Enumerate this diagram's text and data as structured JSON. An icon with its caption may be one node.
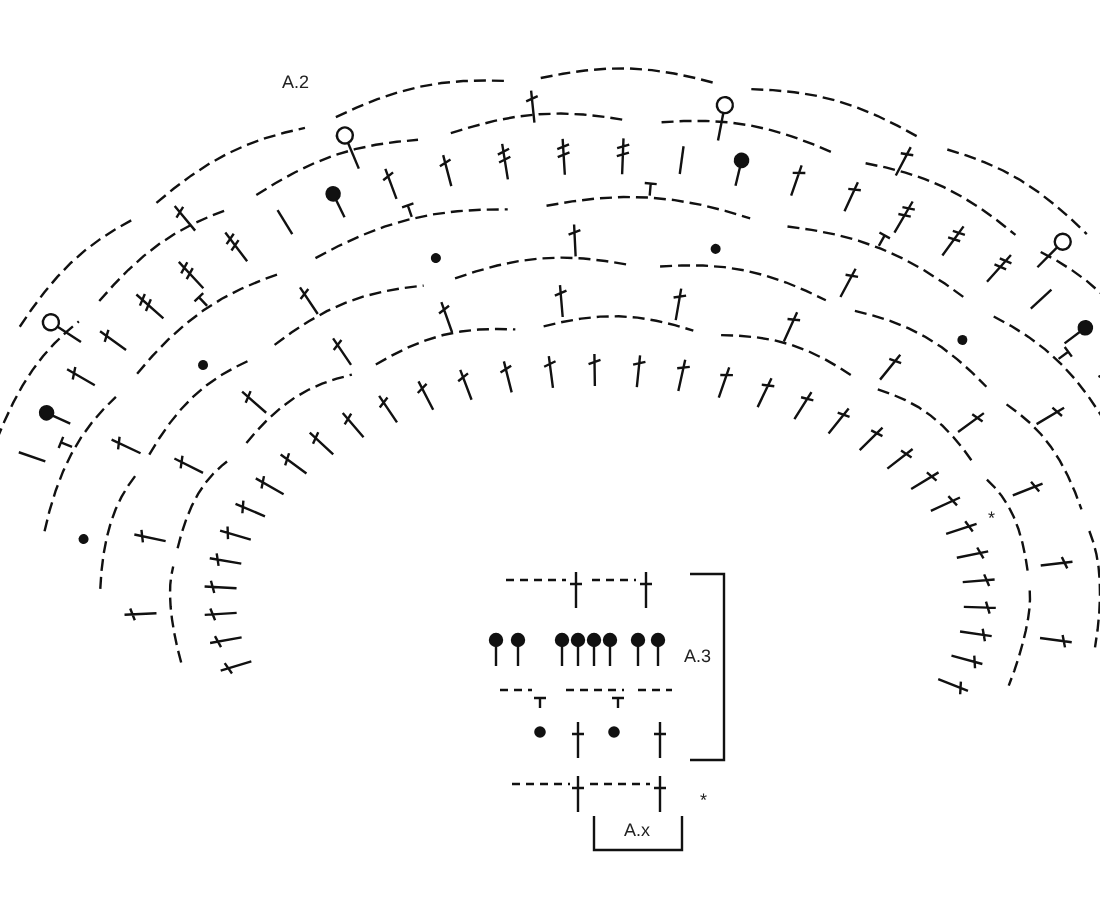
{
  "diagram": {
    "labels": [
      "A.2",
      "*",
      "A.3",
      "*",
      "A.x"
    ]
  }
}
